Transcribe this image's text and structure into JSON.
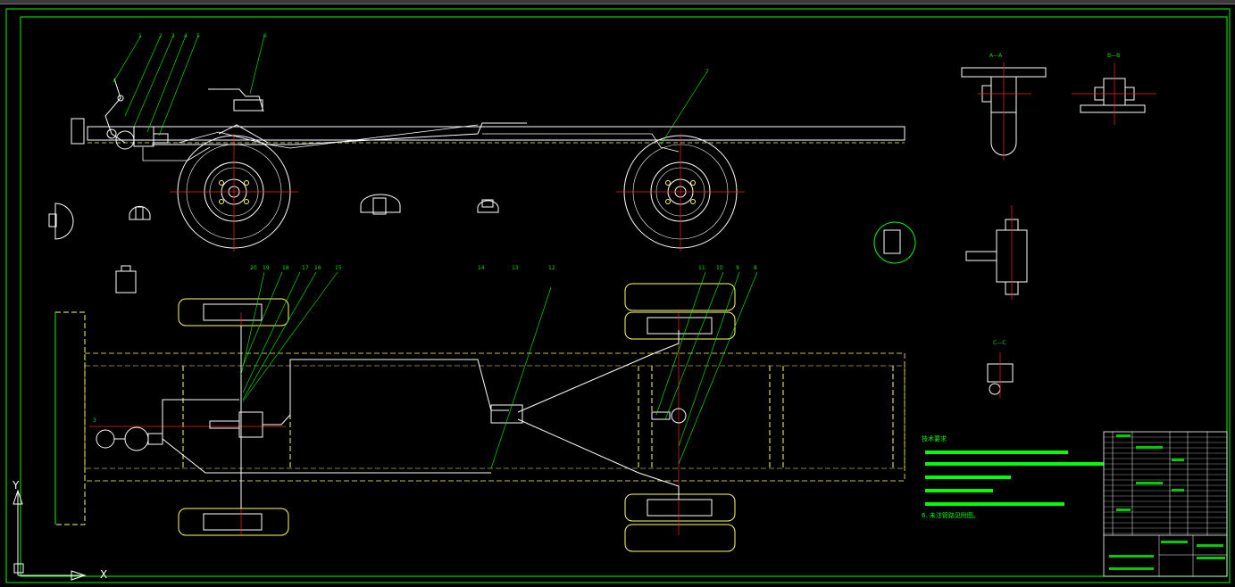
{
  "drawing": {
    "part_numbers_top": [
      "1",
      "2",
      "3",
      "4",
      "5",
      "6"
    ],
    "part_numbers_bottom": [
      "20",
      "19",
      "18",
      "17",
      "16",
      "15",
      "14",
      "13",
      "12",
      "11",
      "10",
      "9",
      "8"
    ],
    "label_7": "7",
    "label_3": "3",
    "section_aa": "A—A",
    "section_bb": "B—B",
    "section_cc": "C—C",
    "tech_title": "技术要求",
    "note_6": "6. 未注管路见附图。"
  },
  "axes": {
    "x": "X",
    "y": "Y"
  },
  "colors": {
    "frame": "#00ff00",
    "outline": "#ffffff",
    "hidden": "#ffff66",
    "center": "#ff2020",
    "background": "#000000"
  }
}
